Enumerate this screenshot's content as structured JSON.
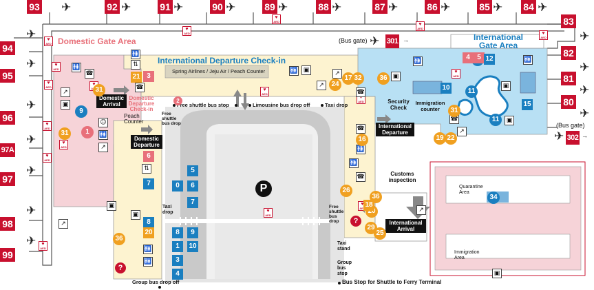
{
  "gates": {
    "top": [
      "93",
      "92",
      "91",
      "90",
      "89",
      "88",
      "87",
      "86",
      "85",
      "84"
    ],
    "left": [
      "94",
      "95",
      "96",
      "97A",
      "97",
      "98",
      "99"
    ],
    "right": [
      "83",
      "82",
      "81",
      "80"
    ],
    "bus_gates": [
      "301",
      "302"
    ]
  },
  "areas": {
    "domestic_gate_area": "Domestic Gate Area",
    "international_departure_checkin": "International Departure Check-in",
    "international_gate_area": "International Gate Area",
    "counter_strip": "Spring Airlines / Jeju Air / Peach Counter",
    "security_check": "Security Check",
    "immigration_counter": "Immigration counter",
    "customs_inspection": "Customs inspection",
    "quarantine_area": "Quarantine Area",
    "immigration_area": "Immigration Area",
    "domestic_departure_checkin": "Domestic Departure Check-in",
    "peach_counter": "Peach Counter"
  },
  "black_labels": {
    "domestic_arrival": "Domestic Arrival",
    "domestic_departure": "Domestic Departure",
    "international_departure": "International Departure",
    "international_arrival": "International Arrival"
  },
  "transport": {
    "free_shuttle_bus_stop": "Free shuttle bus stop",
    "limousine_bus_drop_off": "Limousine bus drop off",
    "taxi_drop": "Taxi drop",
    "free_shuttle_bus_drop_left": "Free shuttle bus drop",
    "taxi_drop_left": "Taxi drop",
    "free_shuttle_bus_drop_right": "Free shuttle bus drop",
    "taxi_stand": "Taxi stand",
    "group_bus_stop": "Group bus stop",
    "group_bus_drop_off": "Group bus drop off",
    "ferry_shuttle_stop": "Bus Stop for Shuttle to Ferry Terminal",
    "bus_gate_top": "(Bus gate)",
    "bus_gate_right": "(Bus gate)"
  },
  "parking_spaces": [
    "5",
    "0",
    "6",
    "7",
    "8",
    "9",
    "1",
    "10",
    "3",
    "4"
  ],
  "parking_symbol": "P",
  "aed_label": "AED",
  "info_symbol": "?",
  "icons": [
    "plane-icon",
    "aed-icon",
    "restroom-icon",
    "elevator-icon",
    "escalator-icon",
    "telephone-icon",
    "atm-icon",
    "baby-room-icon",
    "information-icon",
    "parking-icon"
  ],
  "colors": {
    "gate_red": "#c8102e",
    "domestic_pink": "#f6d3d8",
    "international_blue": "#b8e0f4",
    "landside_yellow": "#fdf3d0",
    "road_gray": "#d8d8d8",
    "badge_orange": "#f0a020",
    "badge_blue": "#1a7fc0"
  }
}
